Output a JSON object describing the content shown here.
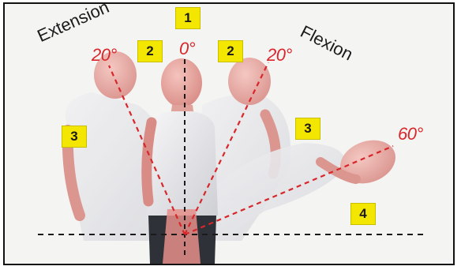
{
  "labels": {
    "extension": "Extension",
    "flexion": "Flexion"
  },
  "angles": {
    "extension": "20°",
    "neutral": "0°",
    "flexion_20": "20°",
    "flexion_60": "60°"
  },
  "zones": {
    "top": "1",
    "left_upper": "2",
    "right_upper": "2",
    "left_mid": "3",
    "right_mid": "3",
    "bottom_right": "4"
  },
  "colors": {
    "angle_line": "#d8262a",
    "reference_line": "#1a1a1a",
    "zone_badge": "#f3e600",
    "skin": "#e9a9a3",
    "shirt": "#e8e8ea"
  }
}
